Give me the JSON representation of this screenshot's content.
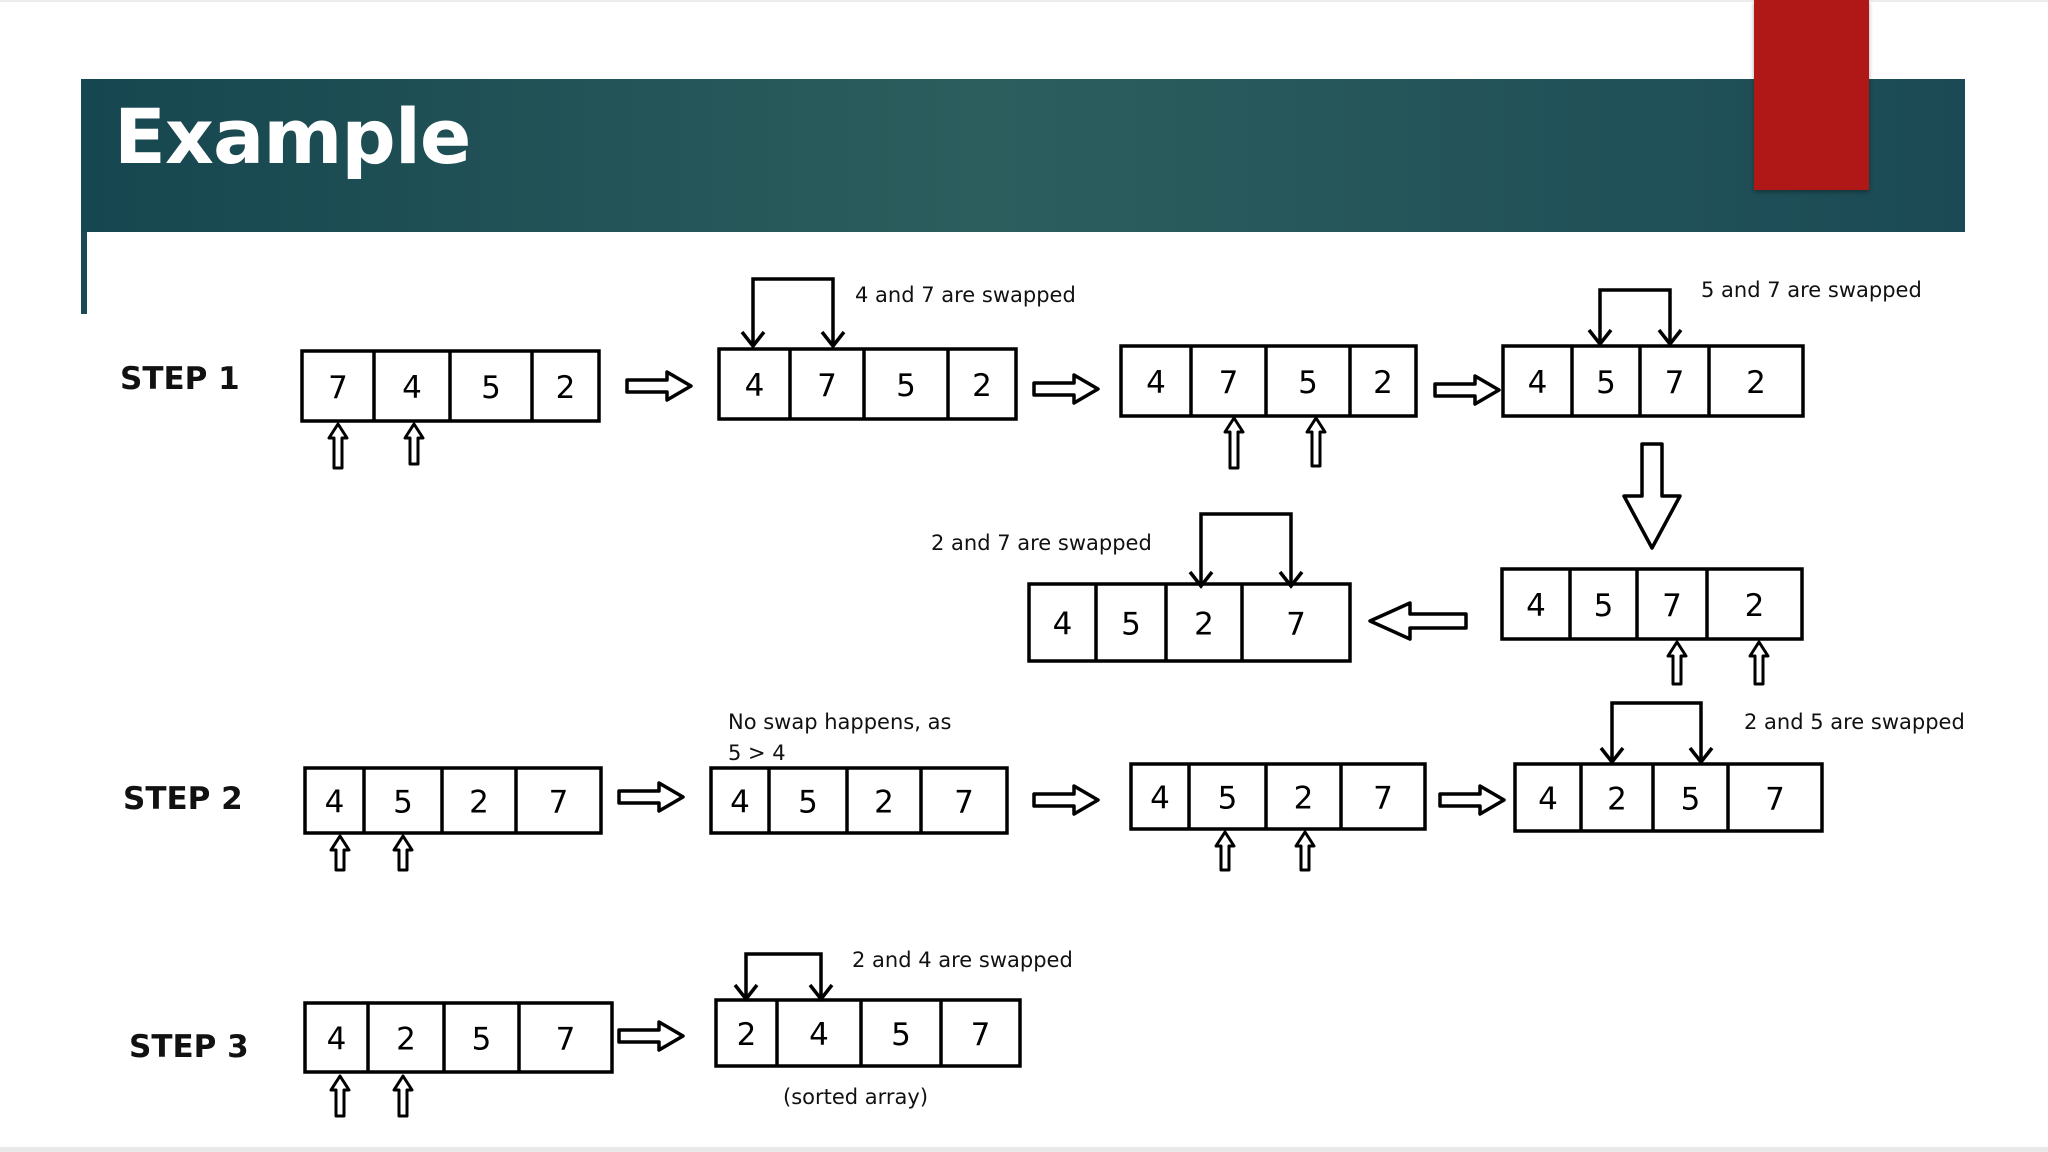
{
  "slide": {
    "title": "Example",
    "steps": [
      {
        "label": "STEP 1"
      },
      {
        "label": "STEP 2"
      },
      {
        "label": "STEP 3"
      }
    ],
    "notes": {
      "swap_4_7": "4 and 7 are swapped",
      "swap_5_7": "5 and 7 are swapped",
      "swap_2_7": "2 and 7 are swapped",
      "no_swap_1": "No swap happens, as",
      "no_swap_2": "5 > 4",
      "swap_2_5": "2 and 5 are swapped",
      "swap_2_4": "2 and 4 are swapped",
      "sorted": "(sorted array)"
    },
    "arrays": {
      "s1a": [
        "7",
        "4",
        "5",
        "2"
      ],
      "s1b": [
        "4",
        "7",
        "5",
        "2"
      ],
      "s1c": [
        "4",
        "7",
        "5",
        "2"
      ],
      "s1d": [
        "4",
        "5",
        "7",
        "2"
      ],
      "s1e": [
        "4",
        "5",
        "7",
        "2"
      ],
      "s1f": [
        "4",
        "5",
        "2",
        "7"
      ],
      "s2a": [
        "4",
        "5",
        "2",
        "7"
      ],
      "s2b": [
        "4",
        "5",
        "2",
        "7"
      ],
      "s2c": [
        "4",
        "5",
        "2",
        "7"
      ],
      "s2d": [
        "4",
        "2",
        "5",
        "7"
      ],
      "s3a": [
        "4",
        "2",
        "5",
        "7"
      ],
      "s3b": [
        "2",
        "4",
        "5",
        "7"
      ]
    },
    "colors": {
      "title_bar": "#1b4a55",
      "accent": "#b01818",
      "ink": "#000000"
    }
  }
}
